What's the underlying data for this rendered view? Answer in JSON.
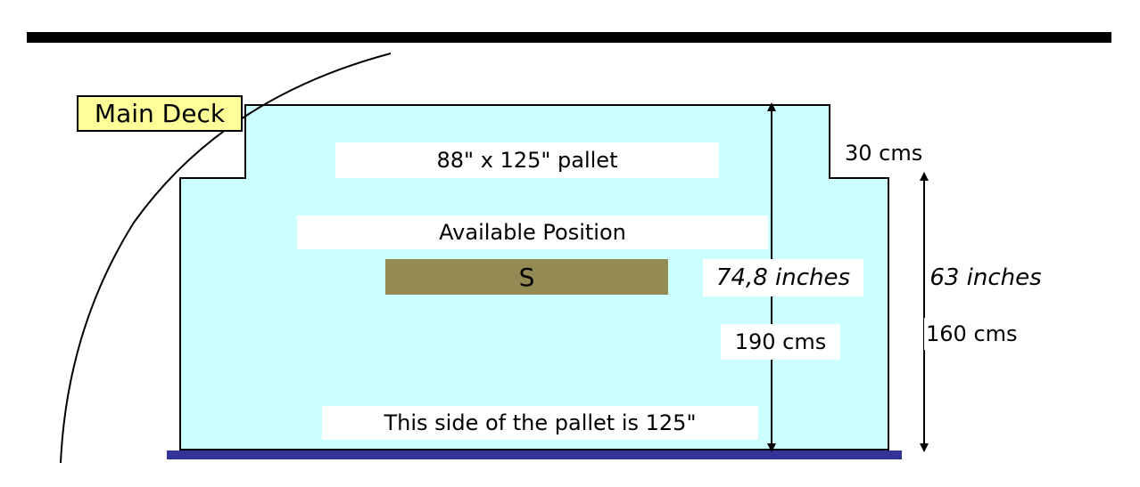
{
  "labels": {
    "main_deck": "Main Deck",
    "pallet_size": "88\" x 125\" pallet",
    "available_position": "Available Position",
    "position_code": "S",
    "height_inches_inner": "74,8 inches",
    "height_cms_inner": "190 cms",
    "step_cms": "30 cms",
    "height_inches_outer": "63 inches",
    "height_cms_outer": "160 cms",
    "pallet_side": "This side of the pallet is 125\""
  },
  "colors": {
    "hold_fill": "#ccffff",
    "deck_tag_fill": "#ffff99",
    "position_fill": "#948a54",
    "floor": "#333399",
    "ink": "#000000"
  }
}
